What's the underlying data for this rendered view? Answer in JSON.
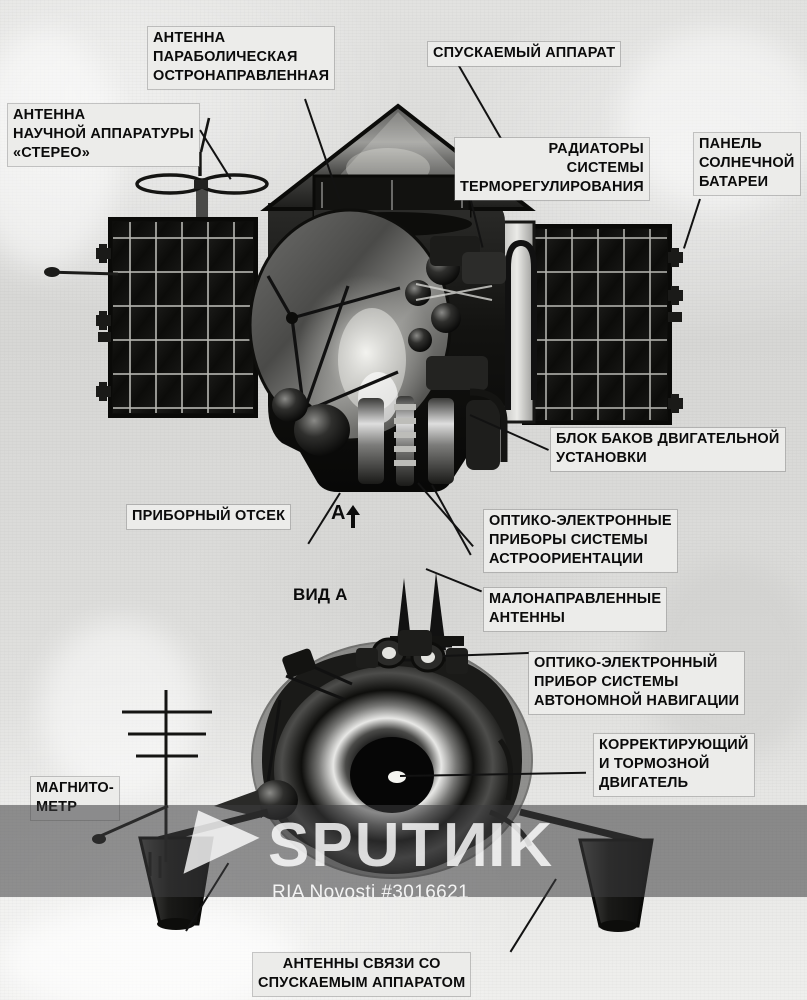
{
  "image": {
    "subject": "Soviet interplanetary spacecraft cutaway diagram (Venera-type)",
    "view_note_top": "А↑",
    "view_note_bottom": "ВИД А"
  },
  "labels": {
    "antenna_stereo": "АНТЕННА\nНАУЧНОЙ АППАРАТУРЫ\n«СТЕРЕО»",
    "parabolic_antenna": "АНТЕННА\nПАРАБОЛИЧЕСКАЯ\nОСТРОНАПРАВЛЕННАЯ",
    "descent_module": "СПУСКАЕМЫЙ АППАРАТ",
    "radiators": "РАДИАТОРЫ\nСИСТЕМЫ\nТЕРМОРЕГУЛИРОВАНИЯ",
    "solar_panel": "ПАНЕЛЬ\nСОЛНЕЧНОЙ\nБАТАРЕИ",
    "tank_block": "БЛОК БАКОВ ДВИГАТЕЛЬНОЙ\nУСТАНОВКИ",
    "instrument_bay": "ПРИБОРНЫЙ ОТСЕК",
    "astro_orientation": "ОПТИКО-ЭЛЕКТРОННЫЕ\nПРИБОРЫ СИСТЕМЫ\nАСТРООРИЕНТАЦИИ",
    "low_gain_antennas": "МАЛОНАПРАВЛЕННЫЕ\nАНТЕННЫ",
    "autonomous_navigation": "ОПТИКО-ЭЛЕКТРОННЫЙ\nПРИБОР СИСТЕМЫ\nАВТОНОМНОЙ НАВИГАЦИИ",
    "correction_engine": "КОРРЕКТИРУЮЩИЙ\nИ ТОРМОЗНОЙ\nДВИГАТЕЛЬ",
    "magnetometer": "МАГНИТО-\nМЕТР",
    "descent_link_antennas": "АНТЕННЫ СВЯЗИ СО\nСПУСКАЕМЫМ АППАРАТОМ",
    "view_marker_top": "А",
    "view_a": "ВИД А"
  },
  "watermark": {
    "brand_left": "SPUT",
    "brand_flipped": "N",
    "brand_right": "IK",
    "credit": "RIA Novosti #3016621"
  },
  "colors": {
    "paper": "#dcdcda",
    "label_bg": "#ececea",
    "ink": "#0b0b0b",
    "watermark_band": "rgba(60,60,62,0.55)"
  }
}
